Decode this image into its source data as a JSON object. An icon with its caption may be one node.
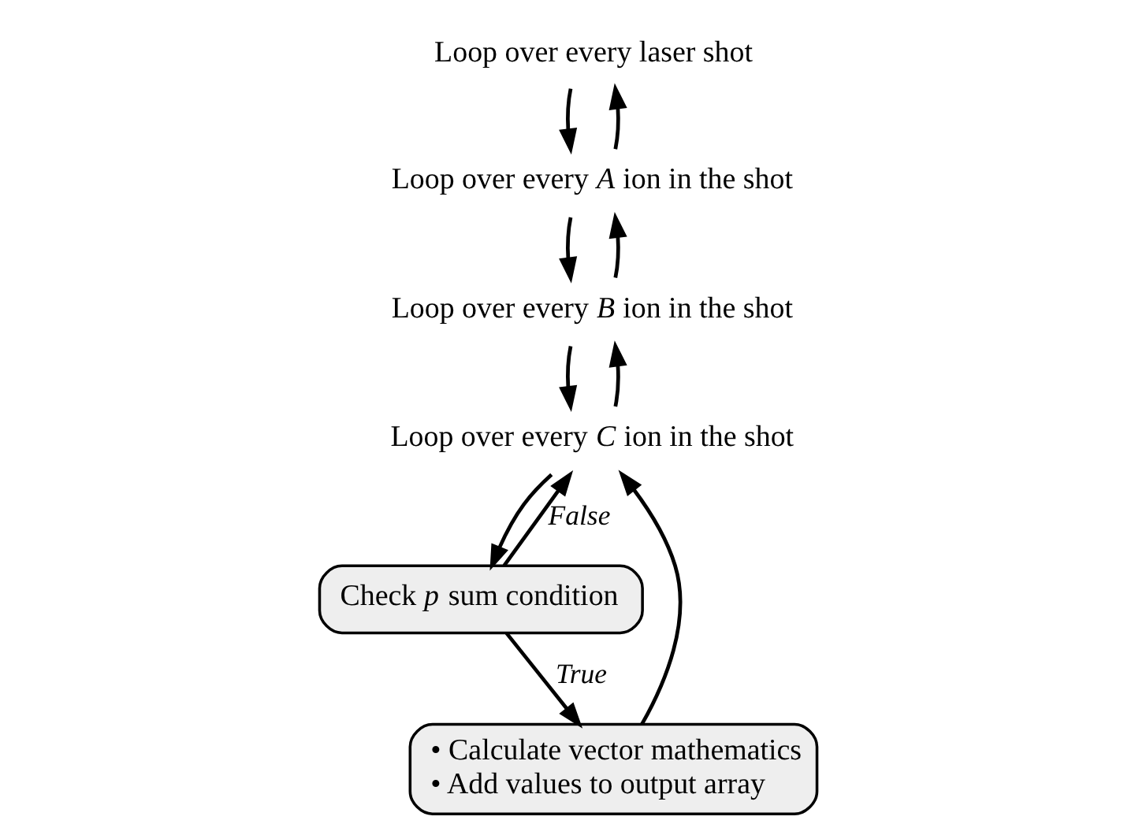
{
  "diagram": {
    "nodes": [
      {
        "text": [
          "Loop over every laser shot"
        ]
      },
      {
        "text": [
          "Loop over every *A* ion in the shot"
        ]
      },
      {
        "text": [
          "Loop over every *B* ion in the shot"
        ]
      },
      {
        "text": [
          "Loop over every *C* ion in the shot"
        ]
      },
      {
        "text": [
          "Check *p* sum condition"
        ]
      },
      {
        "text": [
          "• Calculate vector mathematics",
          "• Add values to output array"
        ]
      }
    ],
    "edges": [
      {
        "from": 0,
        "to": 1,
        "arrow": "to"
      },
      {
        "from": 1,
        "to": 2,
        "arrow": "to"
      },
      {
        "from": 2,
        "to": 3,
        "arrow": "to"
      },
      {
        "from": 3,
        "to": 4,
        "arrow": "to"
      },
      {
        "from": 4,
        "to": 5,
        "arrow": "to",
        "label": "True"
      },
      {
        "from": 4,
        "to": 3,
        "arrow": "to",
        "label": "False"
      },
      {
        "from": 5,
        "to": 3,
        "arrow": "to"
      },
      {
        "from": 3,
        "to": 2,
        "arrow": "to"
      },
      {
        "from": 2,
        "to": 1,
        "arrow": "to"
      },
      {
        "from": 1,
        "to": 0,
        "arrow": "to"
      }
    ]
  }
}
